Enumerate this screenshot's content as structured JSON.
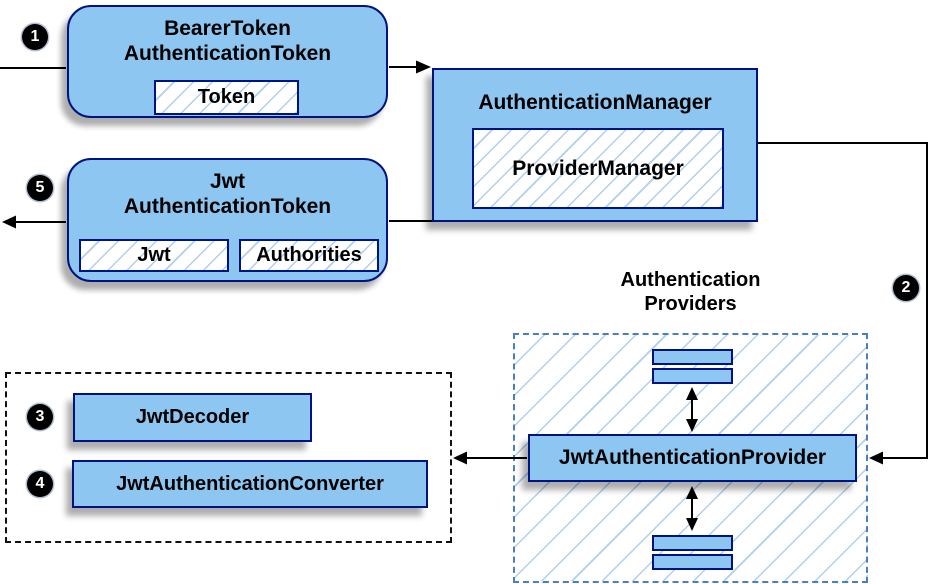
{
  "colors": {
    "node_fill": "#8dc6f1",
    "node_border": "#00137e",
    "hatch_line": "#aecfee",
    "dashed_blue": "#4a7ebd",
    "connector": "#000000",
    "badge_bg": "#000000",
    "badge_text": "#ffffff"
  },
  "nodes": {
    "bearer_token": {
      "title_line1": "BearerToken",
      "title_line2": "AuthenticationToken",
      "field": "Token"
    },
    "authentication_manager": {
      "title": "AuthenticationManager",
      "inner": "ProviderManager"
    },
    "jwt_authentication_token": {
      "title_line1": "Jwt",
      "title_line2": "AuthenticationToken",
      "field1": "Jwt",
      "field2": "Authorities"
    },
    "authentication_providers": {
      "title_line1": "Authentication",
      "title_line2": "Providers"
    },
    "jwt_authentication_provider": {
      "label": "JwtAuthenticationProvider"
    },
    "jwt_decoder": {
      "label": "JwtDecoder"
    },
    "jwt_authentication_converter": {
      "label": "JwtAuthenticationConverter"
    }
  },
  "badges": {
    "step1": "1",
    "step2": "2",
    "step3": "3",
    "step4": "4",
    "step5": "5"
  }
}
